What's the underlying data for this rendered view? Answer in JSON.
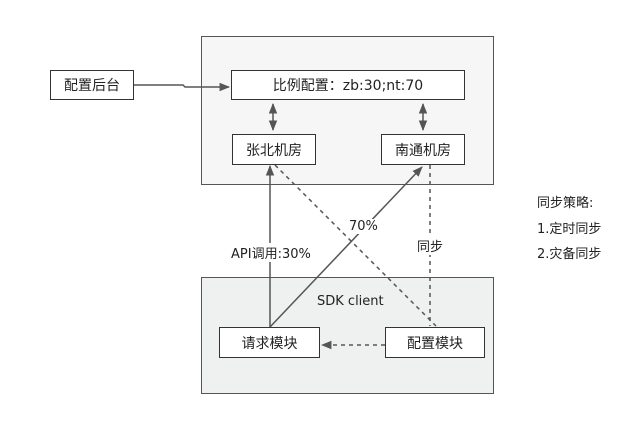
{
  "colors": {
    "region_fill": "#f6f6f6",
    "sdk_fill": "#eff1f1",
    "line": "#555555",
    "text": "#222222"
  },
  "nodes": {
    "config_backend": "配置后台",
    "ratio_config": "比例配置：zb:30;nt:70",
    "zhangbei_room": "张北机房",
    "nantong_room": "南通机房",
    "request_module": "请求模块",
    "config_module": "配置模块"
  },
  "labels": {
    "sdk_client": "SDK client",
    "api_call": "API调用:30%",
    "percent_70": "70%",
    "sync": "同步"
  },
  "strategy": {
    "title": "同步策略:",
    "items": [
      "1.定时同步",
      "2.灾备同步"
    ]
  }
}
